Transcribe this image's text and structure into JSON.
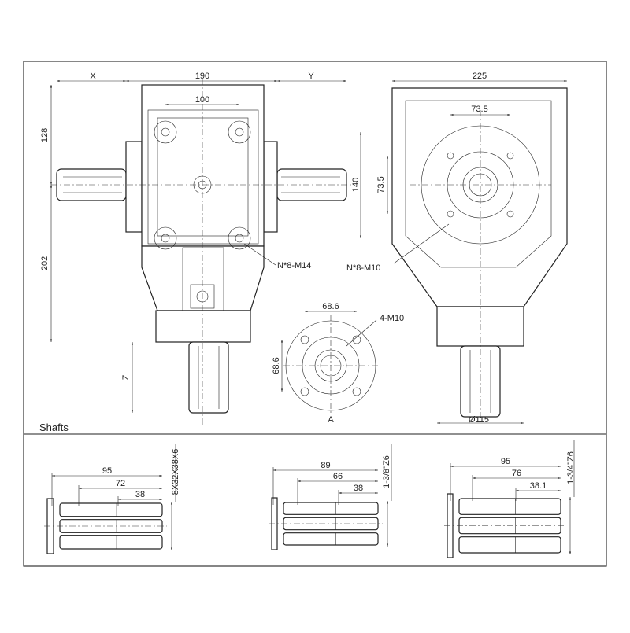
{
  "section_label": "Shafts",
  "front_view": {
    "dim_x": "X",
    "dim_width": "190",
    "dim_y": "Y",
    "dim_bolt_spacing": "100",
    "dim_top": "128",
    "dim_bottom": "202",
    "dim_height": "140",
    "dim_z": "Z",
    "bolt_callout": "N*8-M14"
  },
  "side_view": {
    "dim_width": "225",
    "dim_bolt_h": "73.5",
    "dim_bolt_v": "73.5",
    "bolt_callout": "N*8-M10",
    "dim_diameter": "Ø115"
  },
  "flange_view": {
    "dim_h": "68.6",
    "dim_v": "68.6",
    "bolt_callout": "4-M10",
    "view_label": "A"
  },
  "shafts": [
    {
      "overall": "95",
      "mid": "72",
      "short": "38",
      "spec": "8X32X38X6"
    },
    {
      "overall": "89",
      "mid": "66",
      "short": "38",
      "spec": "1-3/8\"Z6"
    },
    {
      "overall": "95",
      "mid": "76",
      "short": "38.1",
      "spec": "1-3/4\"Z6"
    }
  ]
}
